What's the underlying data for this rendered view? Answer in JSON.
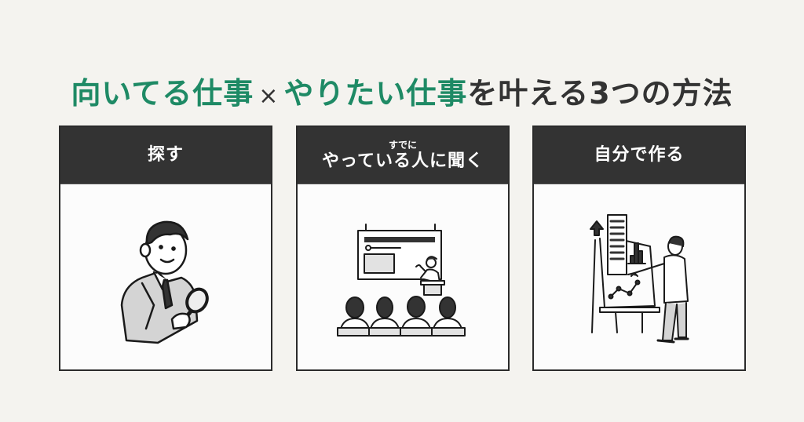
{
  "title": {
    "part1": "向いてる仕事",
    "times": "×",
    "part2": "やりたい仕事",
    "part3": "を叶える3つの方法"
  },
  "colors": {
    "accent_green": "#1e8a65",
    "text_dark": "#333333",
    "header_bg": "#333333",
    "page_bg": "#f4f3ef",
    "card_bg": "#fcfcfc"
  },
  "cards": [
    {
      "ruby": "",
      "label": "探す",
      "illustration": "businessman-with-magnifying-glass"
    },
    {
      "ruby": "すでに",
      "label": "やっている人に聞く",
      "illustration": "presenter-with-audience"
    },
    {
      "ruby": "",
      "label": "自分で作る",
      "illustration": "man-presenting-flip-chart"
    }
  ]
}
